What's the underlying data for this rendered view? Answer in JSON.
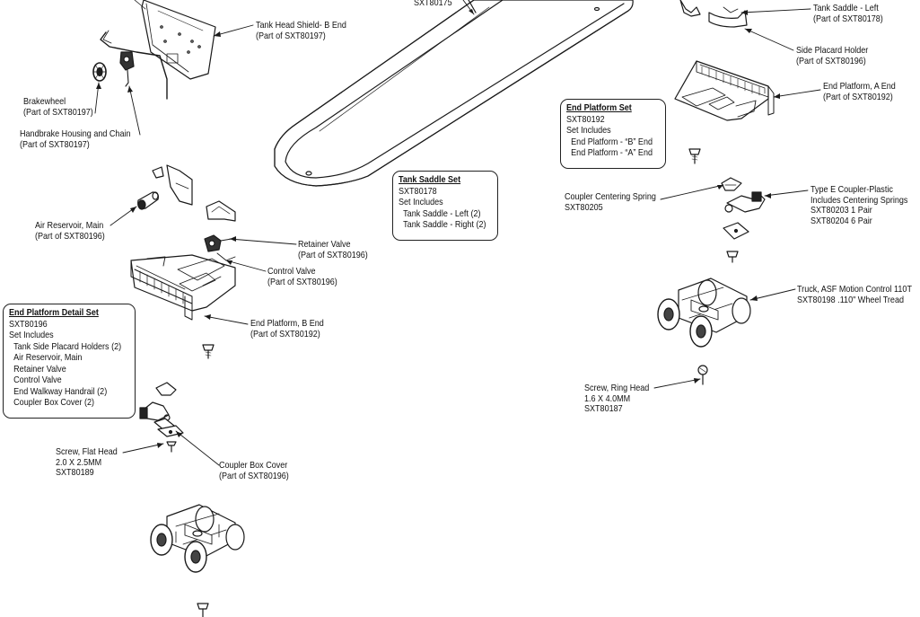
{
  "labels": {
    "tank_body_part": "SXT80175",
    "tank_head_shield": [
      "Tank Head Shield- B End",
      "(Part of SXT80197)"
    ],
    "brakewheel": [
      "Brakewheel",
      "(Part of SXT80197)"
    ],
    "handbrake": [
      "Handbrake Housing and Chain",
      "(Part of SXT80197)"
    ],
    "air_reservoir": [
      "Air Reservoir, Main",
      "(Part of SXT80196)"
    ],
    "retainer_valve": [
      "Retainer Valve",
      "(Part of SXT80196)"
    ],
    "control_valve": [
      "Control Valve",
      "(Part of SXT80196)"
    ],
    "end_platform_b": [
      "End Platform, B End",
      "(Part of SXT80192)"
    ],
    "screw_flat": [
      "Screw, Flat Head",
      "2.0 X 2.5MM",
      "SXT80189"
    ],
    "coupler_box_cover": [
      "Coupler Box Cover",
      "(Part of SXT80196)"
    ],
    "tank_saddle_left": [
      "Tank Saddle - Left",
      "(Part of SXT80178)"
    ],
    "side_placard": [
      "Side Placard Holder",
      "(Part of SXT80196)"
    ],
    "end_platform_a": [
      "End Platform, A End",
      "(Part of SXT80192)"
    ],
    "coupler_spring": [
      "Coupler Centering Spring",
      "SXT80205"
    ],
    "type_e_coupler": [
      "Type E Coupler-Plastic",
      "Includes Centering Springs",
      "SXT80203 1 Pair",
      "SXT80204 6 Pair"
    ],
    "truck": [
      "Truck, ASF Motion Control 110T",
      "SXT80198 .110\" Wheel Tread"
    ],
    "screw_ring": [
      "Screw, Ring Head",
      "1.6 X 4.0MM",
      "SXT80187"
    ]
  },
  "boxes": {
    "end_platform_detail": {
      "title": "End Platform Detail Set",
      "part": "SXT80196",
      "includes_label": "Set Includes",
      "items": [
        "Tank Side Placard Holders (2)",
        "Air Reservoir, Main",
        "Retainer Valve",
        "Control Valve",
        "End Walkway Handrail (2)",
        "Coupler Box Cover (2)"
      ]
    },
    "tank_saddle": {
      "title": "Tank Saddle Set",
      "part": "SXT80178",
      "includes_label": "Set Includes",
      "items": [
        "Tank Saddle - Left (2)",
        "Tank Saddle - Right (2)"
      ]
    },
    "end_platform": {
      "title": "End Platform Set",
      "part": "SXT80192",
      "includes_label": "Set Includes",
      "items": [
        "End Platform - “B” End",
        "End Platform  - “A” End"
      ]
    }
  }
}
